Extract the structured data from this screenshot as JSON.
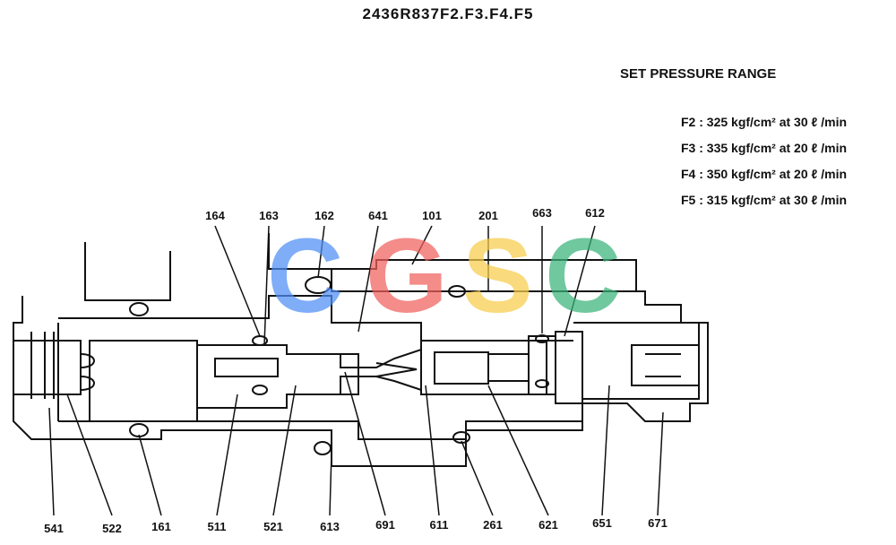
{
  "title": "2436R837F2.F3.F4.F5",
  "set_pressure": {
    "heading": "SET PRESSURE RANGE",
    "lines": [
      "F2 : 325 kgf/cm² at 30 ℓ /min",
      "F3 : 335 kgf/cm² at 20 ℓ /min",
      "F4 : 350 kgf/cm² at 20 ℓ /min",
      "F5 : 315 kgf/cm² at 30 ℓ /min"
    ]
  },
  "watermark": {
    "text": "CGSC",
    "colors": [
      "#4f8ef5",
      "#f0605e",
      "#f8cc4a",
      "#3ab37a"
    ]
  },
  "labels_top": [
    "164",
    "163",
    "162",
    "641",
    "101",
    "201",
    "663",
    "612"
  ],
  "labels_bottom": [
    "541",
    "522",
    "161",
    "511",
    "521",
    "613",
    "691",
    "611",
    "261",
    "621",
    "651",
    "671"
  ]
}
